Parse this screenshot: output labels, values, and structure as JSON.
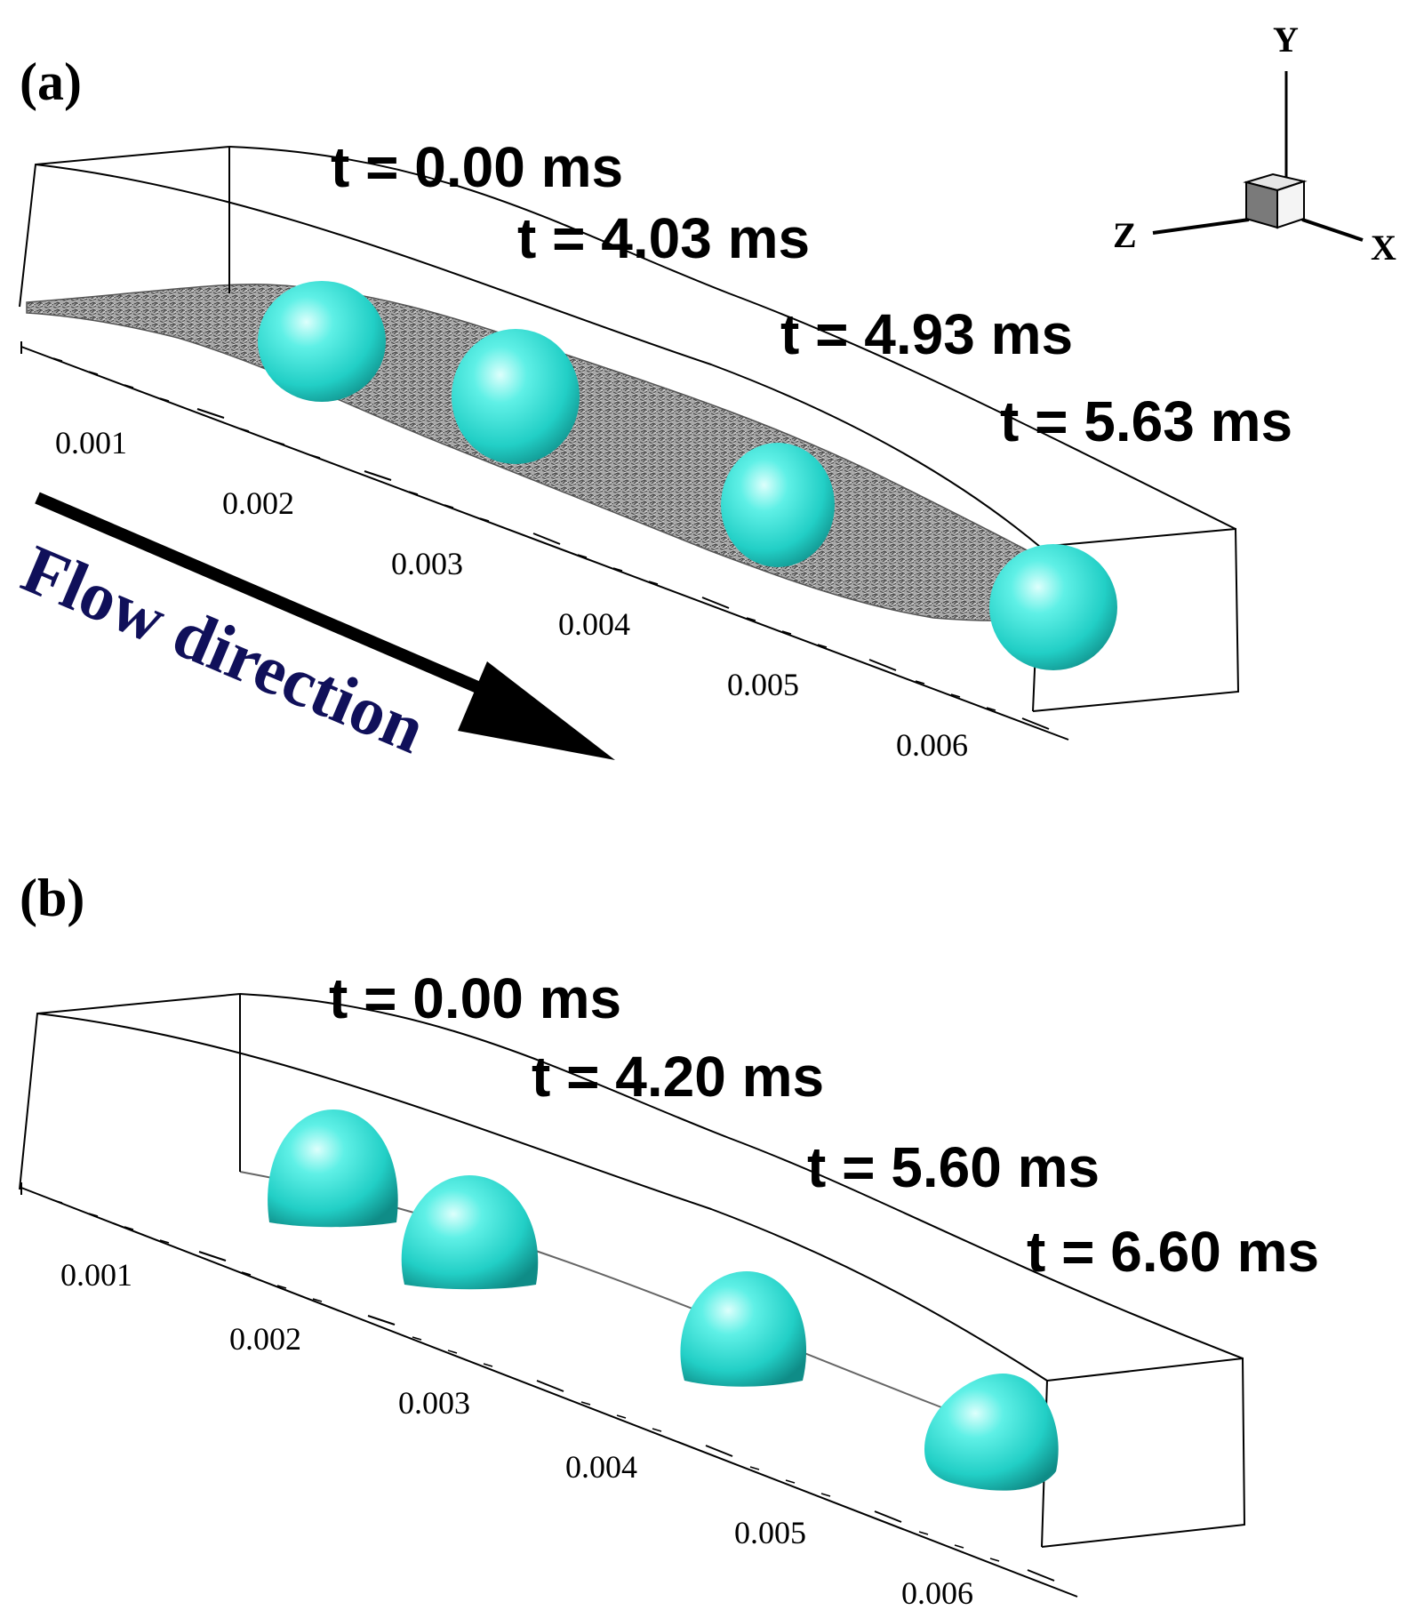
{
  "panels": [
    {
      "id": "a",
      "label": "(a)",
      "surface": "rough",
      "times": [
        "t = 0.00 ms",
        "t = 4.03 ms",
        "t = 4.93 ms",
        "t = 5.63 ms"
      ],
      "ticks": [
        "0.001",
        "0.002",
        "0.003",
        "0.004",
        "0.005",
        "0.006"
      ]
    },
    {
      "id": "b",
      "label": "(b)",
      "surface": "smooth",
      "times": [
        "t = 0.00 ms",
        "t = 4.20 ms",
        "t = 5.60 ms",
        "t = 6.60 ms"
      ],
      "ticks": [
        "0.001",
        "0.002",
        "0.003",
        "0.004",
        "0.005",
        "0.006"
      ]
    }
  ],
  "flow": {
    "text": "Flow direction"
  },
  "axes": {
    "y": "Y",
    "z": "Z",
    "x": "X"
  },
  "colors": {
    "droplet": "#2fd8cf",
    "surface": "#8a8a8a",
    "flow_text": "#10105a"
  }
}
